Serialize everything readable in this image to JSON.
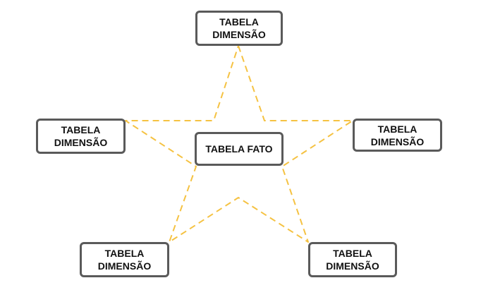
{
  "diagram": {
    "center_label": "TABELA FATO",
    "dimensions": [
      {
        "label": "TABELA\nDIMENSÃO"
      },
      {
        "label": "TABELA\nDIMENSÃO"
      },
      {
        "label": "TABELA\nDIMENSÃO"
      },
      {
        "label": "TABELA\nDIMENSÃO"
      },
      {
        "label": "TABELA\nDIMENSÃO"
      }
    ]
  },
  "colors": {
    "star_line": "#f5c242",
    "box_border": "#5a5a5a",
    "text": "#111111"
  }
}
